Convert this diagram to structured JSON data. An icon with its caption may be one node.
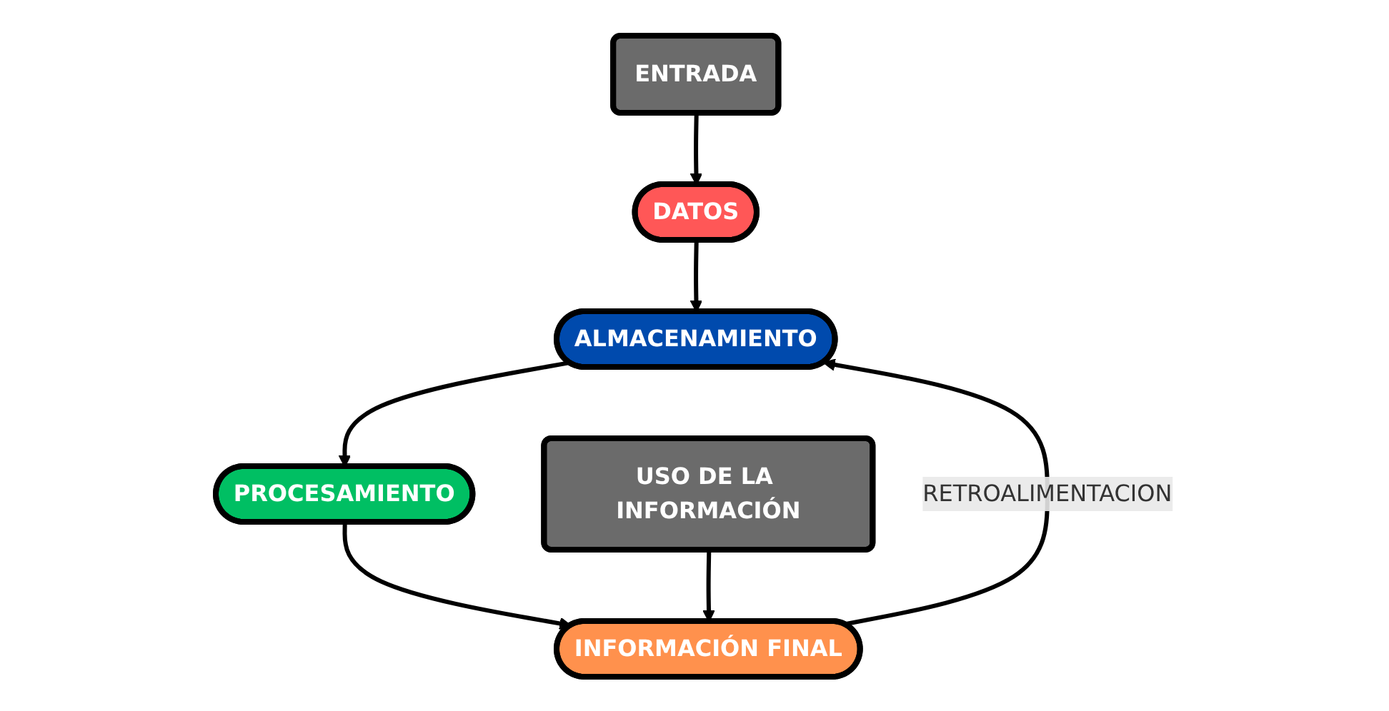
{
  "diagram": {
    "nodes": [
      {
        "text": [
          "ENTRADA"
        ]
      },
      {
        "text": [
          "DATOS"
        ]
      },
      {
        "text": [
          "ALMACENAMIENTO"
        ]
      },
      {
        "text": [
          "PROCESAMIENTO"
        ]
      },
      {
        "text": [
          "INFORMACIÓN FINAL"
        ]
      },
      {
        "text": [
          "USO DE LA INFORMACIÓN"
        ]
      }
    ],
    "edges": [
      {
        "from": 0,
        "to": 1,
        "arrow": "to"
      },
      {
        "from": 1,
        "to": 2,
        "arrow": "to"
      },
      {
        "from": 2,
        "to": 3,
        "arrow": "to"
      },
      {
        "from": 3,
        "to": 4,
        "arrow": "to"
      },
      {
        "from": 4,
        "to": 2,
        "arrow": "to",
        "label": "RETROALIMENTACION"
      },
      {
        "from": 5,
        "to": 4,
        "arrow": "to"
      }
    ]
  }
}
